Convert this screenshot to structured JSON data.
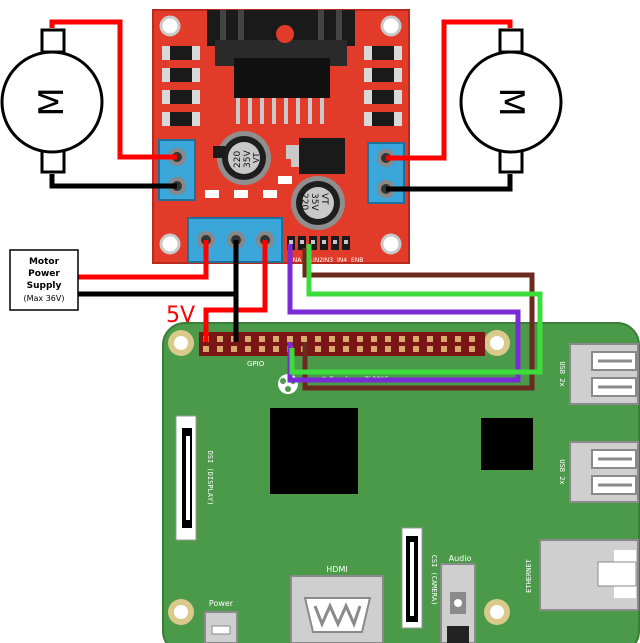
{
  "power_box": {
    "line1": "Motor",
    "line2": "Power",
    "line3": "Supply",
    "line4": "(Max 36V)"
  },
  "labels": {
    "five_volt": "5V",
    "motor_symbol": "M",
    "gpio": "GPIO",
    "copyright": "© Raspberry Pi 2015",
    "dsi": "DSI (DISPLAY)",
    "csi": "CSI (CAMERA)",
    "hdmi": "HDMI",
    "audio": "Audio",
    "power": "Power",
    "ethernet": "ETHERNET",
    "usb_top": "USB 2x",
    "usb_bottom": "USB 2x",
    "cap_top_value": "220",
    "cap_top_volt": "35V",
    "cap_top_series": "VT",
    "cap_bottom_value": "220",
    "cap_bottom_volt": "35V",
    "cap_bottom_series": "VT",
    "pin_ena": "ENA",
    "pin_in1": "IN1",
    "pin_in2": "IN2",
    "pin_in3": "IN3",
    "pin_in4": "IN4",
    "pin_enb": "ENB"
  },
  "colors": {
    "driver_board": "#e23b2a",
    "pi_board": "#4b9a4a",
    "wire_red": "#ff0000",
    "wire_black": "#000000",
    "wire_purple": "#7a2bd6",
    "wire_green": "#3ddc3d",
    "wire_brown": "#6b2a1e",
    "terminal_blue": "#3aa6d9",
    "gpio_header": "#8b1a1a"
  }
}
